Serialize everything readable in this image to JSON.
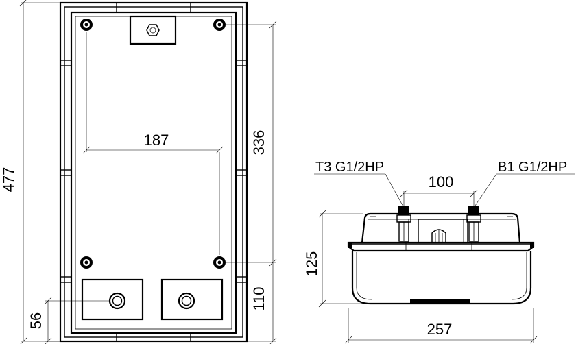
{
  "dimensions": {
    "overall_height": "477",
    "mount_vertical_spacing": "336",
    "mount_horizontal_spacing": "187",
    "bottom_section_height": "110",
    "port_offset": "56",
    "side_depth": "125",
    "side_width": "257",
    "connection_spacing": "100"
  },
  "connections": {
    "left_label": "T3 G1/2HP",
    "right_label": "B1 G1/2HP"
  }
}
